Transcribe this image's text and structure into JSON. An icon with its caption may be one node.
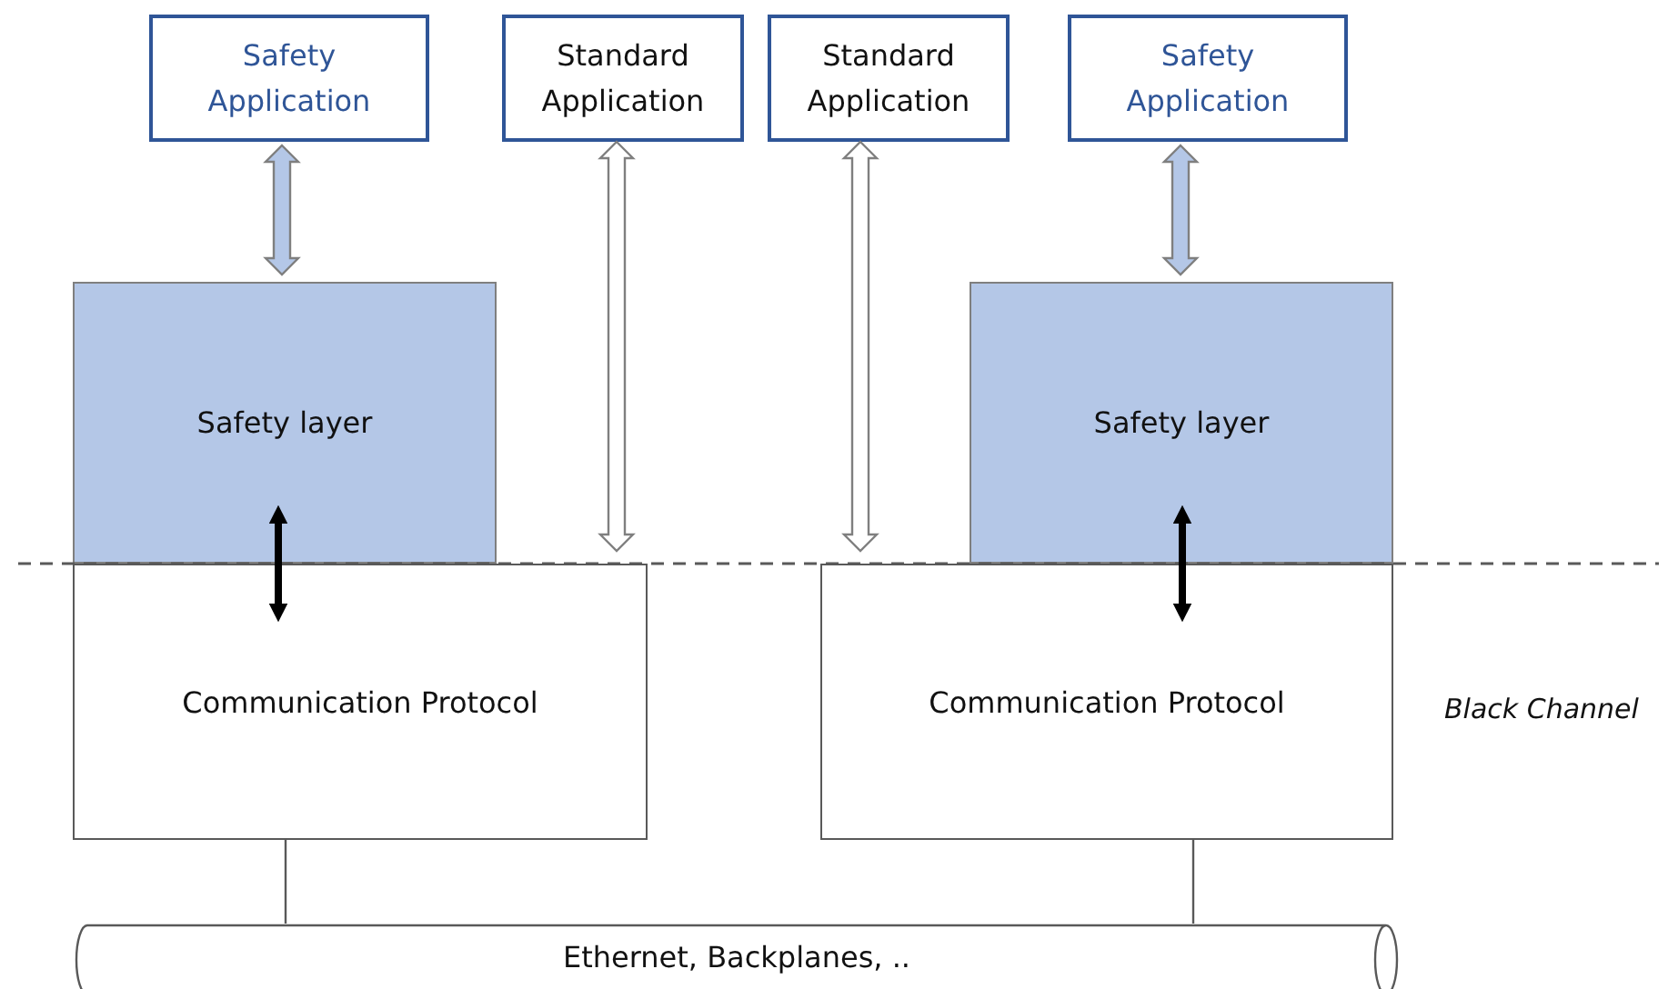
{
  "diagram": {
    "nodes": [
      {
        "text": [
          "Safety Application"
        ]
      },
      {
        "text": [
          "Standard Application"
        ]
      },
      {
        "text": [
          "Standard Application"
        ]
      },
      {
        "text": [
          "Safety Application"
        ]
      },
      {
        "text": [
          "Safety layer"
        ]
      },
      {
        "text": [
          "Safety layer"
        ]
      },
      {
        "text": [
          "Communication Protocol"
        ]
      },
      {
        "text": [
          "Communication Protocol"
        ]
      },
      {
        "text": [
          "Ethernet, Backplanes, .."
        ]
      }
    ],
    "edges": [
      {
        "from": 0,
        "to": 4,
        "arrow": "both",
        "color": "#b4c7e7"
      },
      {
        "from": 1,
        "to": 6,
        "arrow": "both",
        "color": "#ffffff"
      },
      {
        "from": 2,
        "to": 7,
        "arrow": "both",
        "color": "#ffffff"
      },
      {
        "from": 3,
        "to": 5,
        "arrow": "both",
        "color": "#b4c7e7"
      },
      {
        "from": 4,
        "to": 6,
        "arrow": "both",
        "style": "thick",
        "color": "#000000"
      },
      {
        "from": 5,
        "to": 7,
        "arrow": "both",
        "style": "thick",
        "color": "#000000"
      },
      {
        "from": 6,
        "to": 8,
        "arrow": "none"
      },
      {
        "from": 7,
        "to": 8,
        "arrow": "none"
      }
    ],
    "labels": [
      "Black Channel"
    ]
  }
}
